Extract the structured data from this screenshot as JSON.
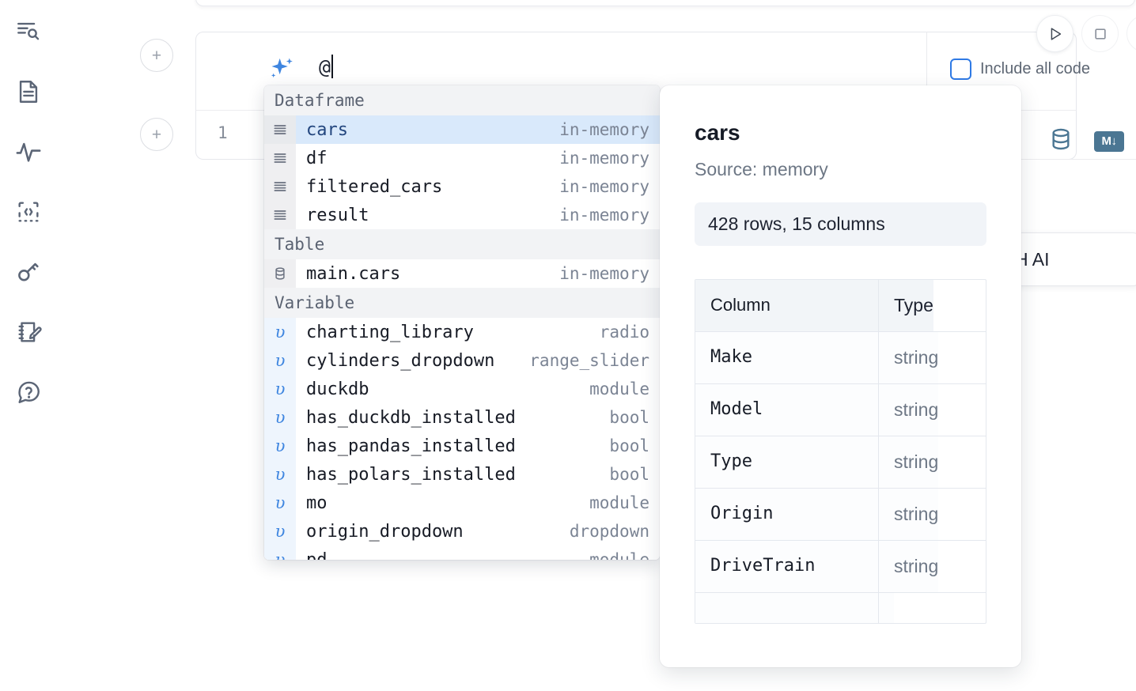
{
  "sidebar": {
    "items": [
      {
        "name": "outline-search-icon",
        "label": "Outline"
      },
      {
        "name": "document-icon",
        "label": "Notebook files"
      },
      {
        "name": "activity-icon",
        "label": "Activity"
      },
      {
        "name": "code-snippet-icon",
        "label": "Snippets"
      },
      {
        "name": "key-icon",
        "label": "Secrets"
      },
      {
        "name": "notebook-edit-icon",
        "label": "Scratchpad"
      },
      {
        "name": "help-chat-icon",
        "label": "Help"
      }
    ]
  },
  "toolbar": {
    "run_label": "Run",
    "stop_label": "Stop",
    "include_all_code_label": "Include all code",
    "include_all_code_checked": false,
    "database_icon_label": "Database",
    "markdown_icon_label": "M↓"
  },
  "ai_cell": {
    "sparkle_icon": "sparkle-icon",
    "input_value": "@",
    "add_button_label": "+"
  },
  "code_cell": {
    "line_number": "1",
    "content": ""
  },
  "ai_hint": {
    "label": "H AI"
  },
  "autocomplete": {
    "sections": [
      {
        "title": "Dataframe",
        "icon": "dataframe-icon",
        "kind": "dataframe",
        "items": [
          {
            "label": "cars",
            "type": "in-memory",
            "selected": true
          },
          {
            "label": "df",
            "type": "in-memory",
            "selected": false
          },
          {
            "label": "filtered_cars",
            "type": "in-memory",
            "selected": false
          },
          {
            "label": "result",
            "type": "in-memory",
            "selected": false
          }
        ]
      },
      {
        "title": "Table",
        "icon": "database-icon",
        "kind": "table",
        "items": [
          {
            "label": "main.cars",
            "type": "in-memory",
            "selected": false
          }
        ]
      },
      {
        "title": "Variable",
        "icon": "variable-icon",
        "kind": "variable",
        "items": [
          {
            "label": "charting_library",
            "type": "radio",
            "selected": false
          },
          {
            "label": "cylinders_dropdown",
            "type": "range_slider",
            "selected": false
          },
          {
            "label": "duckdb",
            "type": "module",
            "selected": false
          },
          {
            "label": "has_duckdb_installed",
            "type": "bool",
            "selected": false
          },
          {
            "label": "has_pandas_installed",
            "type": "bool",
            "selected": false
          },
          {
            "label": "has_polars_installed",
            "type": "bool",
            "selected": false
          },
          {
            "label": "mo",
            "type": "module",
            "selected": false
          },
          {
            "label": "origin_dropdown",
            "type": "dropdown",
            "selected": false
          },
          {
            "label": "pd",
            "type": "module",
            "selected": false
          }
        ]
      }
    ]
  },
  "documentation": {
    "title": "cars",
    "source": "Source: memory",
    "stats": "428 rows, 15 columns",
    "table": {
      "headers": [
        "Column",
        "Type"
      ],
      "rows": [
        [
          "Make",
          "string"
        ],
        [
          "Model",
          "string"
        ],
        [
          "Type",
          "string"
        ],
        [
          "Origin",
          "string"
        ],
        [
          "DriveTrain",
          "string"
        ],
        [
          "",
          ""
        ]
      ]
    }
  },
  "colors": {
    "accent_blue": "#3f86e0",
    "selected_row": "#d9e9fb",
    "section_header": "#f2f3f5",
    "icon_grey": "#5b6576",
    "db_icon": "#4b7693"
  }
}
